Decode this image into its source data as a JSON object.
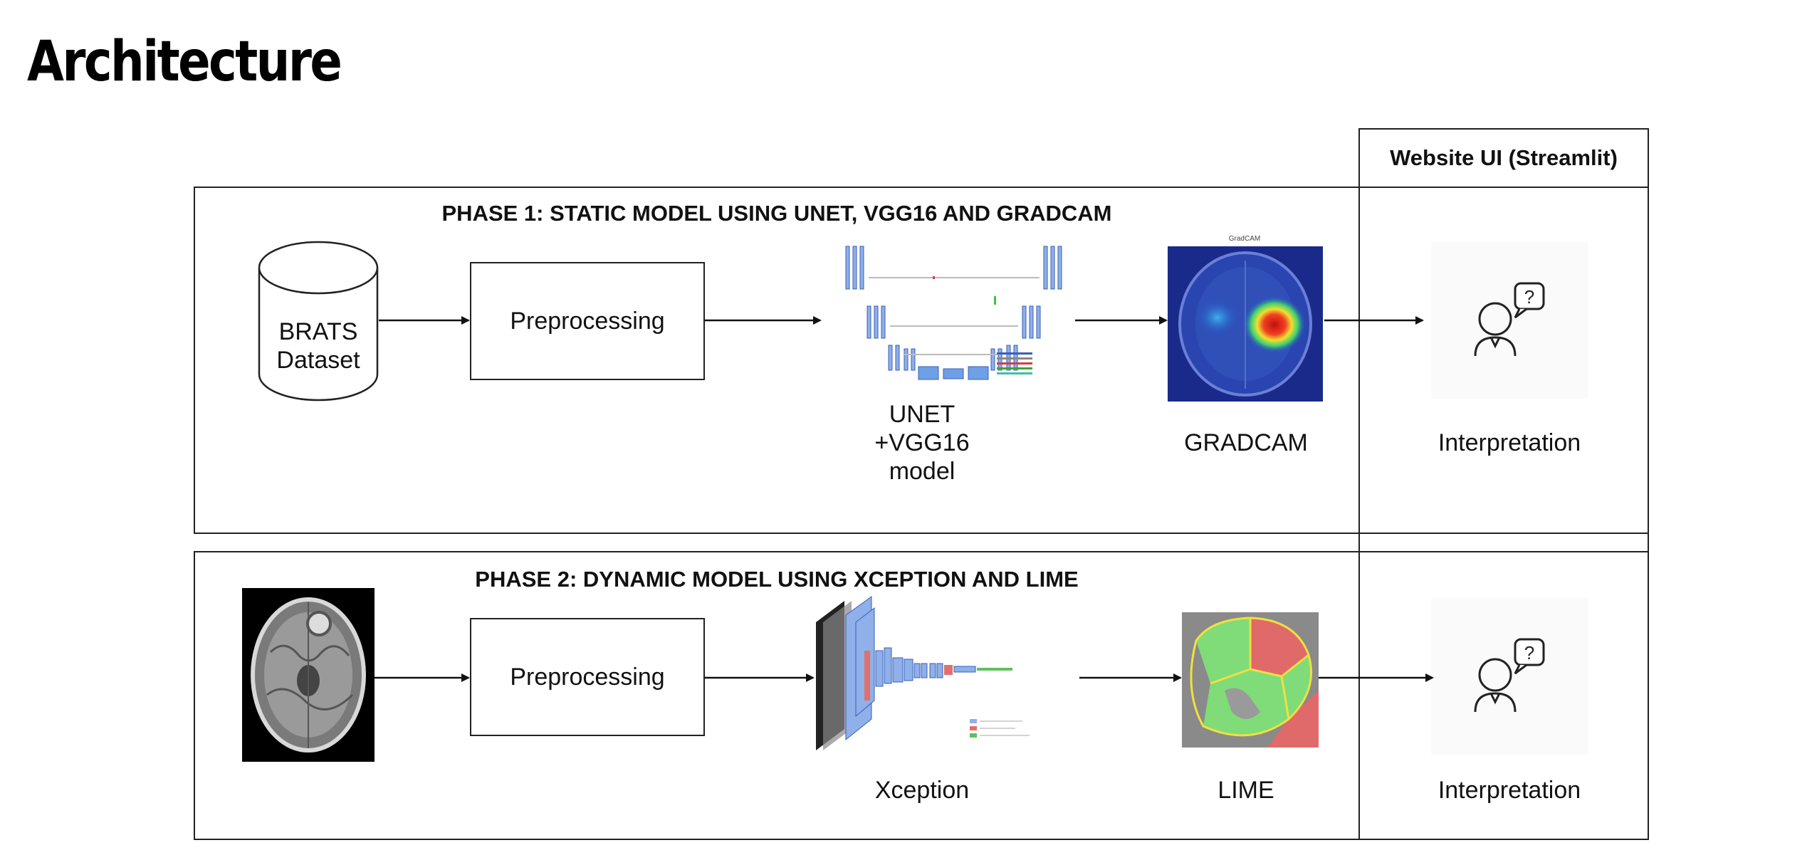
{
  "title": "Architecture",
  "ui_column": {
    "title": "Website UI (Streamlit)"
  },
  "phase1": {
    "title": "PHASE 1: STATIC MODEL USING UNET, VGG16 AND GRADCAM",
    "dataset_label_line1": "BRATS",
    "dataset_label_line2": "Dataset",
    "preprocessing": "Preprocessing",
    "model_label_line1": "UNET",
    "model_label_line2": "+VGG16",
    "model_label_line3": "model",
    "gradcam_label": "GRADCAM",
    "gradcam_img_caption": "GradCAM",
    "interpretation": "Interpretation"
  },
  "phase2": {
    "title": "PHASE 2: DYNAMIC MODEL USING XCEPTION AND LIME",
    "preprocessing": "Preprocessing",
    "model_label": "Xception",
    "lime_label": "LIME",
    "interpretation": "Interpretation"
  },
  "icons": [
    "database-cylinder-icon",
    "arrow-icon",
    "person-question-icon",
    "brain-mri-icon"
  ],
  "colors": {
    "line": "#222222",
    "heat_red": "#e0201a",
    "lime_green": "#7fdc78",
    "lime_red": "#e06a6a",
    "unet_blue": "#4f7fd8"
  }
}
